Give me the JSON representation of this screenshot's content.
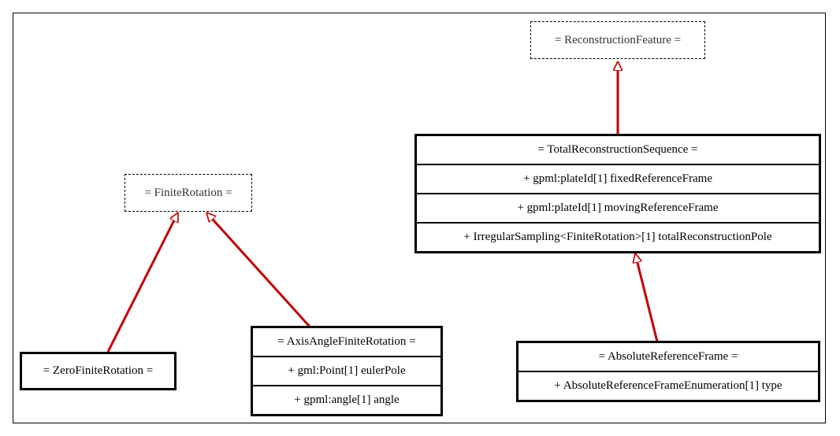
{
  "abstract_classes": {
    "reconstruction_feature": "= ReconstructionFeature =",
    "finite_rotation": "= FiniteRotation ="
  },
  "classes": {
    "total_reconstruction_sequence": {
      "title": "= TotalReconstructionSequence =",
      "attributes": [
        "+ gpml:plateId[1] fixedReferenceFrame",
        "+ gpml:plateId[1] movingReferenceFrame",
        "+ IrregularSampling<FiniteRotation>[1] totalReconstructionPole"
      ]
    },
    "absolute_reference_frame": {
      "title": "= AbsoluteReferenceFrame =",
      "attributes": [
        "+ AbsoluteReferenceFrameEnumeration[1] type"
      ]
    },
    "zero_finite_rotation": {
      "title": "= ZeroFiniteRotation ="
    },
    "axis_angle_finite_rotation": {
      "title": "= AxisAngleFiniteRotation =",
      "attributes": [
        "+ gml:Point[1] eulerPole",
        "+ gpml:angle[1] angle"
      ]
    }
  },
  "colors": {
    "inheritance_edge": "#c00000"
  }
}
